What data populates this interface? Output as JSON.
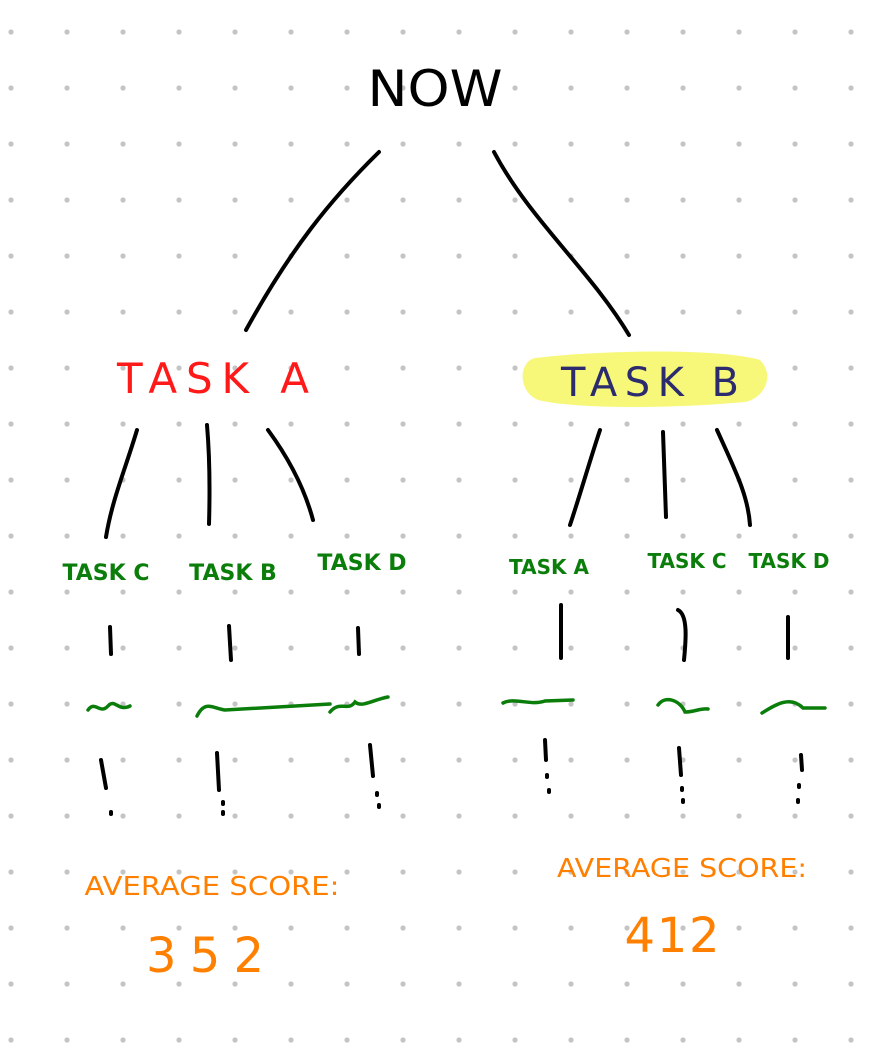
{
  "root": {
    "label": "NOW"
  },
  "branches": [
    {
      "label": "TASK A",
      "color": "#ff1a1a",
      "highlight": false,
      "children": [
        "TASK C",
        "TASK B",
        "TASK D"
      ],
      "score_label": "AVERAGE SCORE:",
      "score_value": "352"
    },
    {
      "label": "TASK B",
      "color": "#2b2b6e",
      "highlight": true,
      "highlight_color": "#f7f77a",
      "children": [
        "TASK A",
        "TASK C",
        "TASK D"
      ],
      "score_label": "AVERAGE SCORE:",
      "score_value": "412"
    }
  ],
  "colors": {
    "child": "#0a7d0a",
    "score": "#ff8000",
    "grid_dot": "#c4c4c4"
  }
}
